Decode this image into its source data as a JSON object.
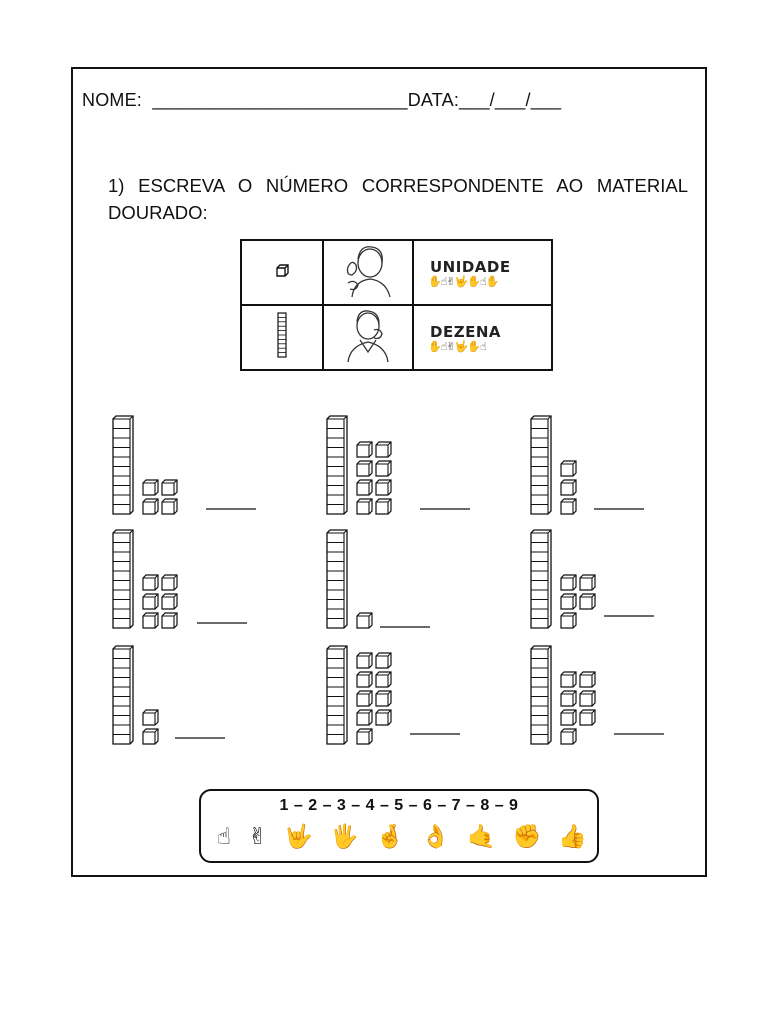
{
  "header": {
    "nome_label": "NOME:",
    "data_label": "DATA:"
  },
  "question": {
    "text": "1) ESCREVA O NÚMERO CORRESPONDENTE AO MATERIAL DOURADO:"
  },
  "reference": [
    {
      "word": "UNIDADE",
      "block": "unit-cube"
    },
    {
      "word": "DEZENA",
      "block": "ten-rod"
    }
  ],
  "exercises": [
    {
      "tens": 1,
      "units": 4
    },
    {
      "tens": 1,
      "units": 8
    },
    {
      "tens": 1,
      "units": 3
    },
    {
      "tens": 1,
      "units": 6
    },
    {
      "tens": 1,
      "units": 1
    },
    {
      "tens": 1,
      "units": 5
    },
    {
      "tens": 1,
      "units": 2
    },
    {
      "tens": 1,
      "units": 9
    },
    {
      "tens": 1,
      "units": 7
    }
  ],
  "number_key": {
    "digits": "1 – 2 – 3 – 4 – 5 – 6 – 7 – 8 – 9",
    "hand_icons": [
      "☝",
      "✌",
      "🤟",
      "🖐",
      "🤞",
      "👌",
      "🤙",
      "✊",
      "👍"
    ]
  }
}
